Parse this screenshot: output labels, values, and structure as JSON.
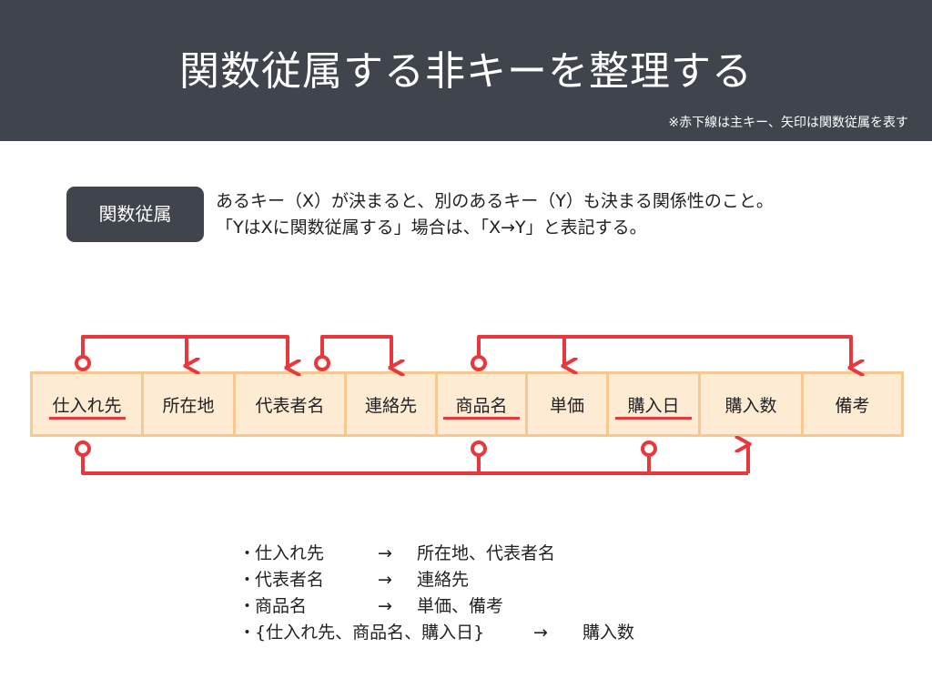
{
  "title": "関数従属する非キーを整理する",
  "note": "※赤下線は主キー、矢印は関数従属を表す",
  "definition": {
    "label": "関数従属",
    "line1": "あるキー（X）が決まると、別のあるキー（Y）も決まる関係性のこと。",
    "line2": "「YはXに関数従属する」場合は、「X→Y」と表記する。"
  },
  "attributes": [
    {
      "label": "仕入れ先",
      "key": true
    },
    {
      "label": "所在地",
      "key": false
    },
    {
      "label": "代表者名",
      "key": false
    },
    {
      "label": "連絡先",
      "key": false
    },
    {
      "label": "商品名",
      "key": true
    },
    {
      "label": "単価",
      "key": false
    },
    {
      "label": "購入日",
      "key": true
    },
    {
      "label": "購入数",
      "key": false
    },
    {
      "label": "備考",
      "key": false
    }
  ],
  "dependencies": [
    {
      "bullet": "・",
      "lhs": "仕入れ先",
      "arrow": "→",
      "rhs": "所在地、代表者名"
    },
    {
      "bullet": "・",
      "lhs": "代表者名",
      "arrow": "→",
      "rhs": "連絡先"
    },
    {
      "bullet": "・",
      "lhs": "商品名",
      "arrow": "→",
      "rhs": "単価、備考"
    },
    {
      "bullet": "・",
      "lhs": "{仕入れ先、商品名、購入日}",
      "arrow": "→",
      "rhs": "購入数"
    }
  ],
  "colors": {
    "header_bg": "#3f444d",
    "arrow_red": "#e8383b",
    "cell_fill": "#fdebd3",
    "cell_border": "#f7c891"
  }
}
